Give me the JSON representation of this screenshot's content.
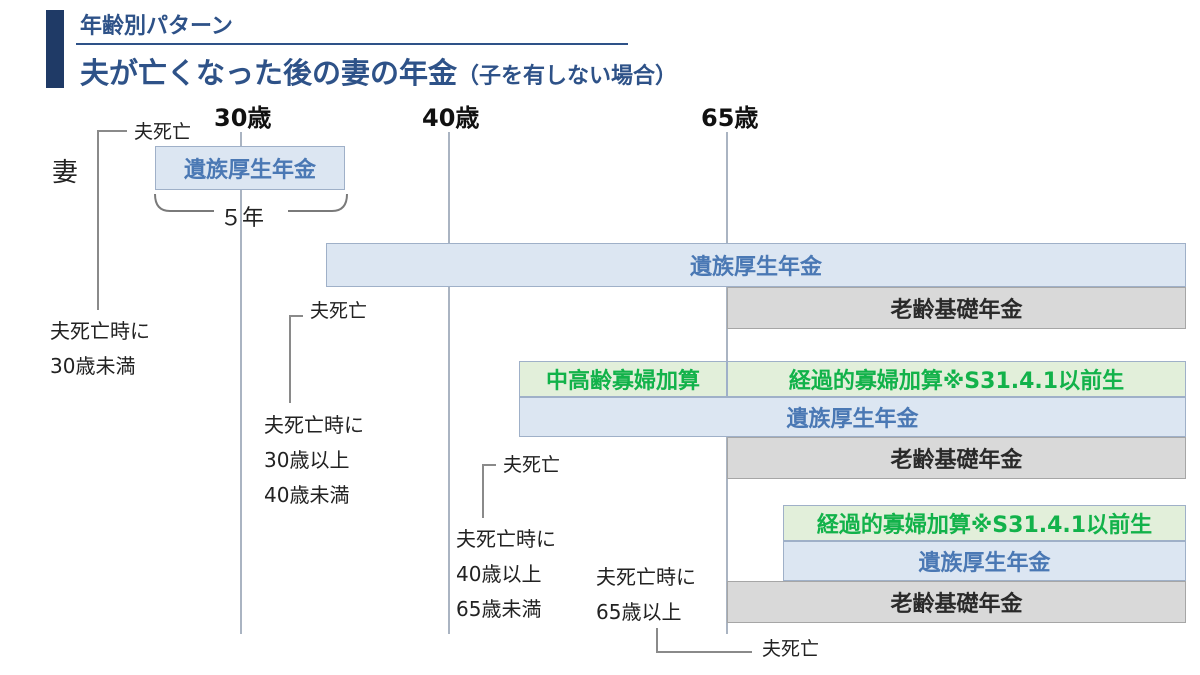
{
  "header": {
    "subtitle": "年齢別パターン",
    "title_main": "夫が亡くなった後の妻の年金",
    "title_note": "（子を有しない場合）"
  },
  "ages": [
    "30歳",
    "40歳",
    "65歳"
  ],
  "wife_label": "妻",
  "death_mark": "夫死亡",
  "five_years": "５年",
  "benefits": {
    "survivor": "遺族厚生年金",
    "basic": "老齢基礎年金",
    "middle_aged_addition": "中高齢寡婦加算",
    "transitional_addition": "経過的寡婦加算※S31.4.1以前生"
  },
  "cases": {
    "under30": [
      "夫死亡時に",
      "30歳未満"
    ],
    "age30to40": [
      "夫死亡時に",
      "30歳以上",
      "40歳未満"
    ],
    "age40to65": [
      "夫死亡時に",
      "40歳以上",
      "65歳未満"
    ],
    "over65": [
      "夫死亡時に",
      "65歳以上"
    ]
  },
  "colors": {
    "title_blue": "#2e5288",
    "survivor_fill": "#dce6f2",
    "survivor_text": "#4a78b4",
    "basic_fill": "#d9d9d9",
    "addition_fill": "#e2efda",
    "addition_text": "#12b24a"
  }
}
